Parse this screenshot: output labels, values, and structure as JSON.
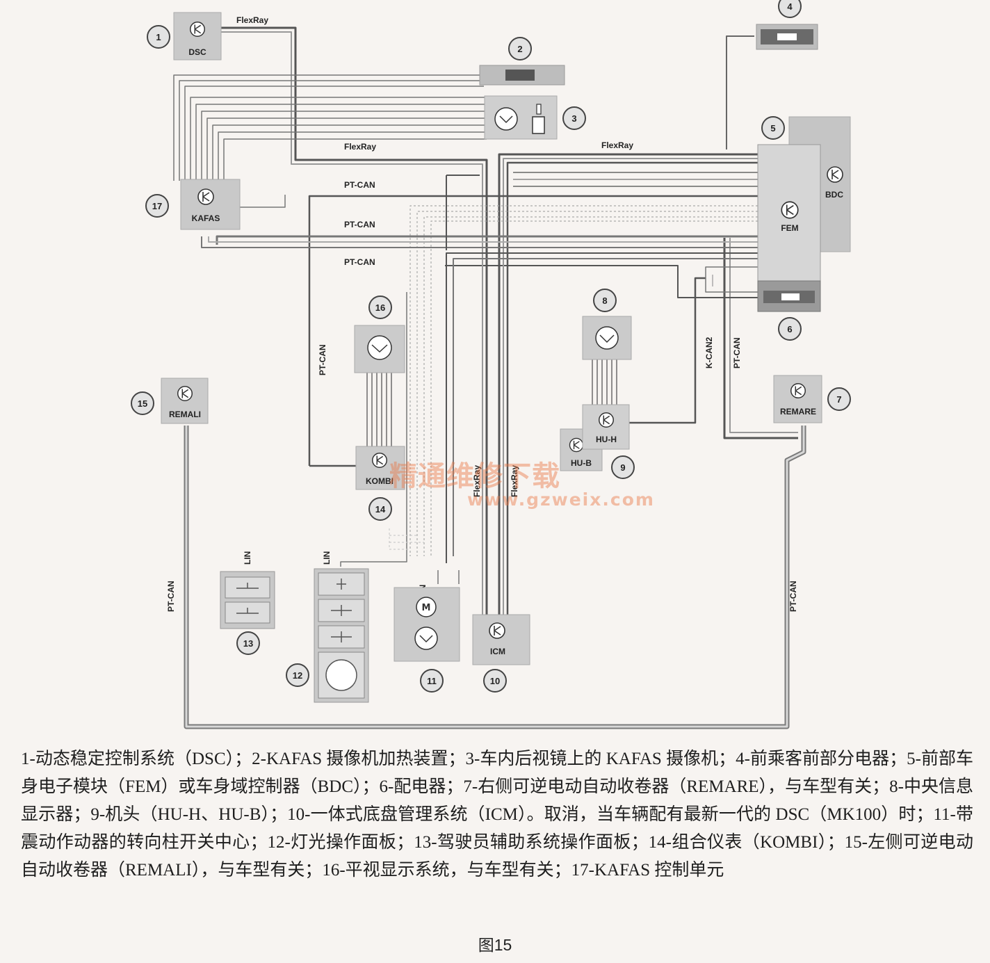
{
  "diagram": {
    "bus_labels": {
      "flexray_top": "FlexRay",
      "flexray_mid": "FlexRay",
      "flexray_right": "FlexRay",
      "ptcan_1": "PT-CAN",
      "ptcan_2": "PT-CAN",
      "ptcan_3": "PT-CAN",
      "ptcan_left_vert": "PT-CAN",
      "ptcan_bottom_left": "PT-CAN",
      "ptcan_bottom_right": "PT-CAN",
      "ptcan_right_vert": "PT-CAN",
      "kcan2": "K-CAN2",
      "flexray_v1": "FlexRay",
      "flexray_v2": "FlexRay",
      "lin_13": "LIN",
      "lin_12": "LIN",
      "lin_11": "LIN"
    },
    "modules": {
      "dsc": "DSC",
      "kafas": "KAFAS",
      "bdc": "BDC",
      "fem": "FEM",
      "remali": "REMALI",
      "remare": "REMARE",
      "kombi": "KOMBI",
      "hu_h": "HU-H",
      "hu_b": "HU-B",
      "icm": "ICM"
    },
    "numbers": [
      "1",
      "2",
      "3",
      "4",
      "5",
      "6",
      "7",
      "8",
      "9",
      "10",
      "11",
      "12",
      "13",
      "14",
      "15",
      "16",
      "17"
    ]
  },
  "caption": "1-动态稳定控制系统（DSC）；2-KAFAS 摄像机加热装置；3-车内后视镜上的 KAFAS 摄像机；4-前乘客前部分电器；5-前部车身电子模块（FEM）或车身域控制器（BDC）；6-配电器；7-右侧可逆电动自动收卷器（REMARE），与车型有关；8-中央信息显示器；9-机头（HU-H、HU-B）；10-一体式底盘管理系统（ICM）。取消，当车辆配有最新一代的 DSC（MK100）时；11-带震动作动器的转向柱开关中心；12-灯光操作面板；13-驾驶员辅助系统操作面板；14-组合仪表（KOMBI）；15-左侧可逆电动自动收卷器（REMALI），与车型有关；16-平视显示系统，与车型有关；17-KAFAS 控制单元",
  "figure_label": "图15",
  "watermark": {
    "text": "精通维修下载",
    "url": "www.gzweix.com"
  }
}
